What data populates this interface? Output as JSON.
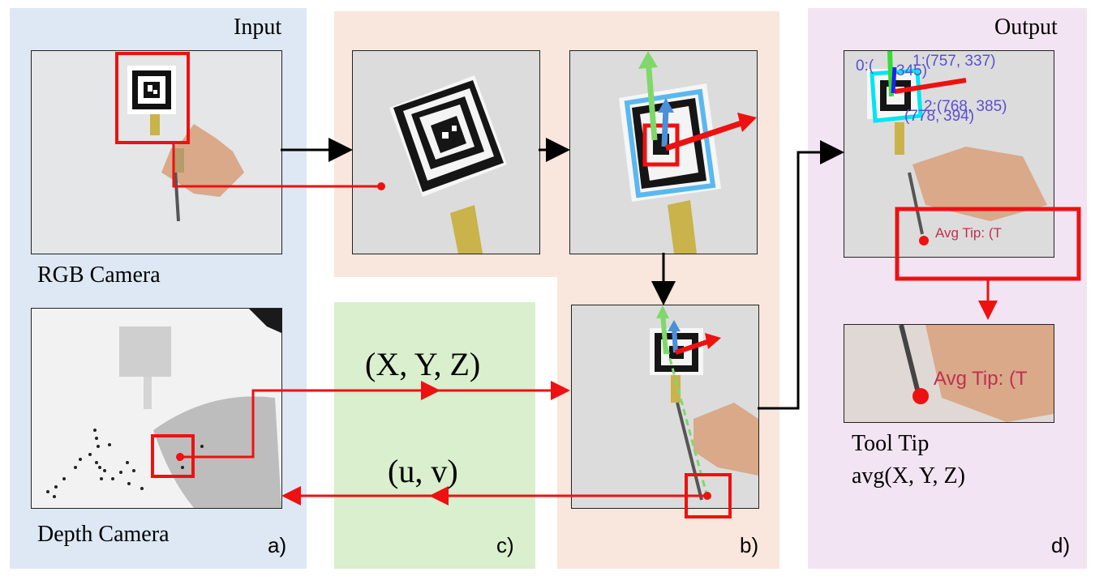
{
  "colors": {
    "input_bg": "#dde8f4",
    "process_bg": "#f9e6dc",
    "projection_bg": "#d9efcd",
    "output_bg": "#f3e4f3",
    "arrow_red": "#ee1111",
    "arrow_black": "#000000",
    "axis_green": "#7fd86a",
    "axis_blue": "#4a90d9",
    "marker_cyan": "#5ab8f0"
  },
  "input": {
    "title": "Input",
    "rgb_label": "RGB Camera",
    "depth_label": "Depth Camera",
    "tag": "a)"
  },
  "process": {
    "tag": "b)"
  },
  "projection": {
    "xyz_label": "(X, Y, Z)",
    "uv_label": "(u, v)",
    "tag": "c)"
  },
  "output": {
    "title": "Output",
    "overlay_text_1": "1:(757, 337)",
    "overlay_text_2": "2:(768, 385)",
    "overlay_text_3": "345)",
    "overlay_text_4": "394)",
    "overlay_text_5": "0:(",
    "overlay_text_6": "(778,",
    "tip_overlay": "Avg Tip: (T",
    "tool_tip_label": "Tool Tip",
    "avg_label": "avg(X, Y, Z)",
    "tag": "d)"
  },
  "icons": [
    "aruco-marker-icon",
    "screwdriver-icon",
    "hand-icon",
    "axis-arrow-icon"
  ]
}
